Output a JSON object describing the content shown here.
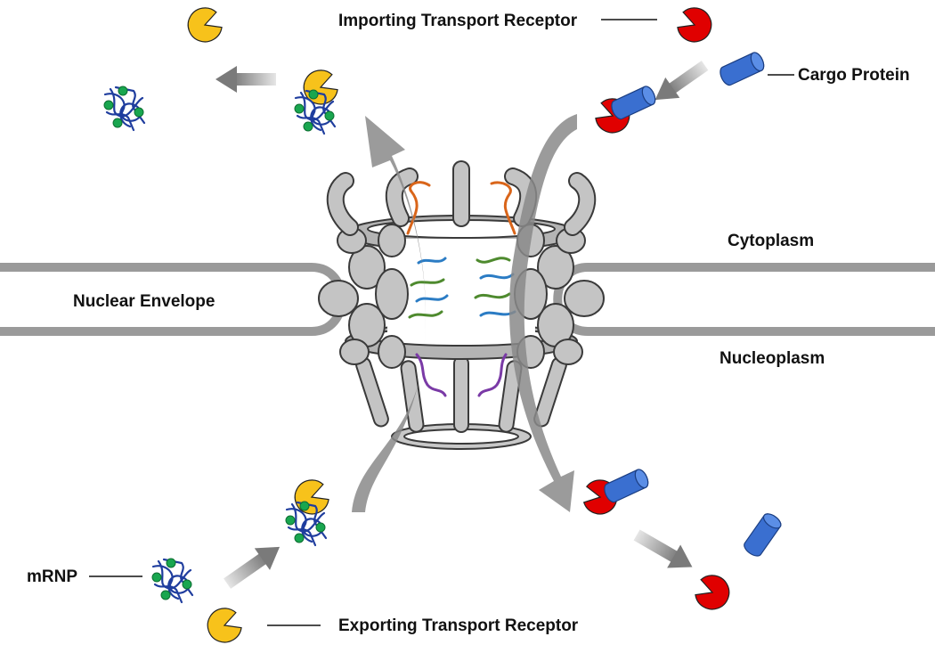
{
  "labels": {
    "importing_receptor": "Importing Transport Receptor",
    "cargo_protein": "Cargo Protein",
    "cytoplasm": "Cytoplasm",
    "nuclear_envelope": "Nuclear Envelope",
    "nucleoplasm": "Nucleoplasm",
    "mrnp": "mRNP",
    "exporting_receptor": "Exporting Transport Receptor"
  },
  "colors": {
    "envelope": "#9a9a9a",
    "pore_fill": "#c4c4c4",
    "pore_stroke": "#3a3a3a",
    "import_receptor": "#e00000",
    "cargo": "#3a6fd0",
    "export_receptor": "#f7c21b",
    "mrnp_strand": "#1f3d9e",
    "mrnp_dot": "#19a64f",
    "fg_orange": "#d9651a",
    "fg_blue": "#2b7cc4",
    "fg_green": "#4e8a2e",
    "fg_purple": "#7a3aa6",
    "flow_arrow": "#888888"
  },
  "icons": [
    "import-receptor-icon",
    "cargo-protein-icon",
    "export-receptor-icon",
    "mrnp-icon",
    "flow-arrow-icon"
  ]
}
